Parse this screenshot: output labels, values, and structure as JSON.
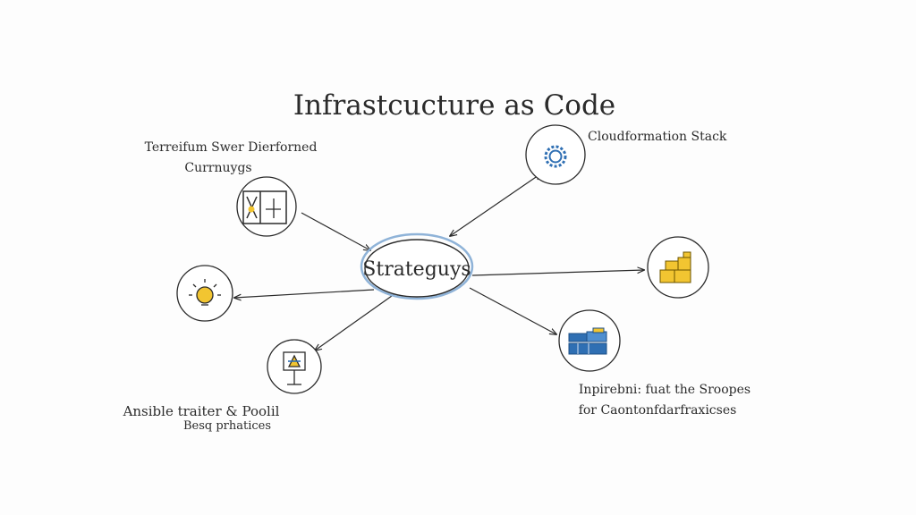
{
  "title": "Infrastcucture as Code",
  "center": {
    "label": "Strateguys"
  },
  "labels": {
    "terraform_line1": "Terreifum Swer Dierforned",
    "terraform_line2": "Currnuygs",
    "cloudformation": "Cloudformation Stack",
    "ansible_line1": "Ansible traiter & Poolil",
    "ansible_line2": "Besq prhatices",
    "container_line1": "Inpirebni: fuat the Sroopes",
    "container_line2": "for Caontonfdarfraxicses"
  },
  "colors": {
    "ink": "#2b2b2b",
    "highlight": "#8fb3d8",
    "icon_blue": "#2f6fb3",
    "icon_yellow": "#f2c531"
  },
  "icons": {
    "terraform": "document-x-icon",
    "cloudformation": "gear-icon",
    "lightbulb": "lightbulb-icon",
    "boxes": "stacked-boxes-icon",
    "ansible": "presentation-board-icon",
    "containers": "containers-icon"
  }
}
